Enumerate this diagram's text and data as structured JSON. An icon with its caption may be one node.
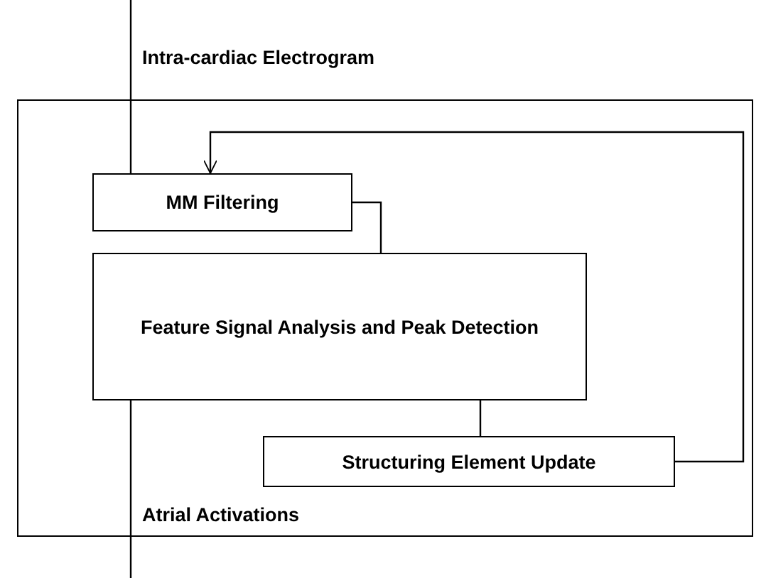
{
  "diagram": {
    "nodes": [
      {
        "text": [],
        "shape": "box"
      },
      {
        "text": [
          "MM Filtering"
        ],
        "in": 0
      },
      {
        "text": [
          "Feature Signal Analysis and Peak Detection"
        ],
        "in": 0
      },
      {
        "text": [
          "Structuring Element Update"
        ],
        "in": 0
      }
    ],
    "edges": [
      {
        "from": null,
        "to": 1,
        "arrow": "none"
      },
      {
        "from": 1,
        "to": 2,
        "arrow": "none"
      },
      {
        "from": 2,
        "to": 3,
        "arrow": "none"
      },
      {
        "from": 3,
        "to": 1,
        "arrow": "to"
      },
      {
        "from": 2,
        "to": null,
        "arrow": "none"
      }
    ],
    "labels": [
      "Intra-cardiac Electrogram",
      "Atrial Activations"
    ]
  }
}
